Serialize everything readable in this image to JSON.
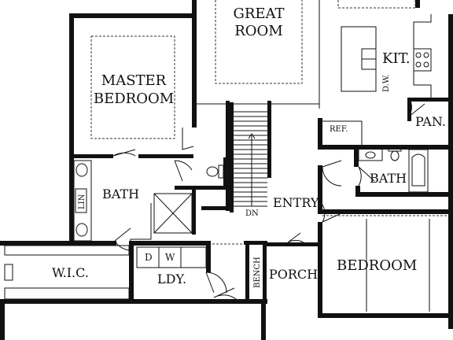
{
  "rooms": {
    "great_room": [
      "GREAT",
      "ROOM"
    ],
    "master_bedroom": [
      "MASTER",
      "BEDROOM"
    ],
    "kitchen": "KIT.",
    "dishwasher": "D.W.",
    "pantry": "PAN.",
    "refrigerator": "REF.",
    "master_bath": "BATH",
    "linen": "LIN",
    "bath": "BATH",
    "entry": "ENTRY",
    "stair_down": "DN",
    "walk_in_closet": "W.I.C.",
    "dryer": "D",
    "washer": "W",
    "laundry": "LDY.",
    "bench": "BENCH",
    "porch": "PORCH",
    "bedroom": "BEDROOM"
  }
}
